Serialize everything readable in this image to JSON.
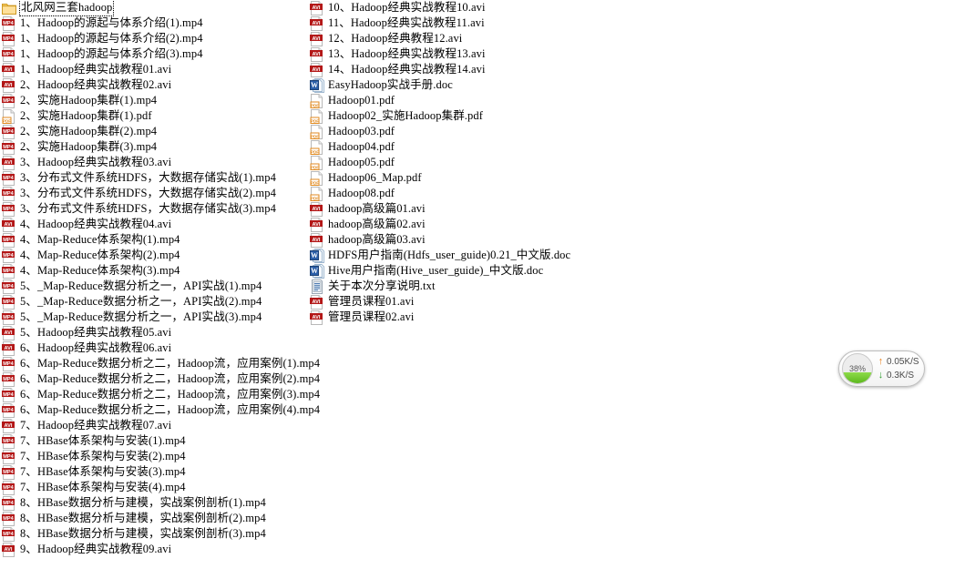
{
  "window": {
    "title": "北风网三套hadoop"
  },
  "listing": {
    "selected_item": "北风网三套hadoop",
    "columns": [
      {
        "name": "left-column",
        "items": [
          {
            "icon": "folder-icon",
            "label": "北风网三套hadoop",
            "selected": true
          },
          {
            "icon": "mp4-icon",
            "label": "1、Hadoop的源起与体系介绍(1).mp4"
          },
          {
            "icon": "mp4-icon",
            "label": "1、Hadoop的源起与体系介绍(2).mp4"
          },
          {
            "icon": "mp4-icon",
            "label": "1、Hadoop的源起与体系介绍(3).mp4"
          },
          {
            "icon": "avi-icon",
            "label": "1、Hadoop经典实战教程01.avi"
          },
          {
            "icon": "avi-icon",
            "label": "2、Hadoop经典实战教程02.avi"
          },
          {
            "icon": "mp4-icon",
            "label": "2、实施Hadoop集群(1).mp4"
          },
          {
            "icon": "pdf-icon",
            "label": "2、实施Hadoop集群(1).pdf"
          },
          {
            "icon": "mp4-icon",
            "label": "2、实施Hadoop集群(2).mp4"
          },
          {
            "icon": "mp4-icon",
            "label": "2、实施Hadoop集群(3).mp4"
          },
          {
            "icon": "avi-icon",
            "label": "3、Hadoop经典实战教程03.avi"
          },
          {
            "icon": "mp4-icon",
            "label": "3、分布式文件系统HDFS，大数据存储实战(1).mp4"
          },
          {
            "icon": "mp4-icon",
            "label": "3、分布式文件系统HDFS，大数据存储实战(2).mp4"
          },
          {
            "icon": "mp4-icon",
            "label": "3、分布式文件系统HDFS，大数据存储实战(3).mp4"
          },
          {
            "icon": "avi-icon",
            "label": "4、Hadoop经典实战教程04.avi"
          },
          {
            "icon": "mp4-icon",
            "label": "4、Map-Reduce体系架构(1).mp4"
          },
          {
            "icon": "mp4-icon",
            "label": "4、Map-Reduce体系架构(2).mp4"
          },
          {
            "icon": "mp4-icon",
            "label": "4、Map-Reduce体系架构(3).mp4"
          },
          {
            "icon": "mp4-icon",
            "label": "5、_Map-Reduce数据分析之一，API实战(1).mp4"
          },
          {
            "icon": "mp4-icon",
            "label": "5、_Map-Reduce数据分析之一，API实战(2).mp4"
          },
          {
            "icon": "mp4-icon",
            "label": "5、_Map-Reduce数据分析之一，API实战(3).mp4"
          },
          {
            "icon": "avi-icon",
            "label": "5、Hadoop经典实战教程05.avi"
          },
          {
            "icon": "avi-icon",
            "label": "6、Hadoop经典实战教程06.avi"
          },
          {
            "icon": "mp4-icon",
            "label": "6、Map-Reduce数据分析之二，Hadoop流，应用案例(1).mp4"
          },
          {
            "icon": "mp4-icon",
            "label": "6、Map-Reduce数据分析之二，Hadoop流，应用案例(2).mp4"
          },
          {
            "icon": "mp4-icon",
            "label": "6、Map-Reduce数据分析之二，Hadoop流，应用案例(3).mp4"
          },
          {
            "icon": "mp4-icon",
            "label": "6、Map-Reduce数据分析之二，Hadoop流，应用案例(4).mp4"
          },
          {
            "icon": "avi-icon",
            "label": "7、Hadoop经典实战教程07.avi"
          },
          {
            "icon": "mp4-icon",
            "label": "7、HBase体系架构与安装(1).mp4"
          },
          {
            "icon": "mp4-icon",
            "label": "7、HBase体系架构与安装(2).mp4"
          },
          {
            "icon": "mp4-icon",
            "label": "7、HBase体系架构与安装(3).mp4"
          },
          {
            "icon": "mp4-icon",
            "label": "7、HBase体系架构与安装(4).mp4"
          },
          {
            "icon": "mp4-icon",
            "label": "8、HBase数据分析与建模，实战案例剖析(1).mp4"
          },
          {
            "icon": "mp4-icon",
            "label": "8、HBase数据分析与建模，实战案例剖析(2).mp4"
          },
          {
            "icon": "mp4-icon",
            "label": "8、HBase数据分析与建模，实战案例剖析(3).mp4"
          },
          {
            "icon": "avi-icon",
            "label": "9、Hadoop经典实战教程09.avi"
          }
        ]
      },
      {
        "name": "right-column",
        "items": [
          {
            "icon": "avi-icon",
            "label": "10、Hadoop经典实战教程10.avi"
          },
          {
            "icon": "avi-icon",
            "label": "11、Hadoop经典实战教程11.avi"
          },
          {
            "icon": "avi-icon",
            "label": "12、Hadoop经典教程12.avi"
          },
          {
            "icon": "avi-icon",
            "label": "13、Hadoop经典实战教程13.avi"
          },
          {
            "icon": "avi-icon",
            "label": "14、Hadoop经典实战教程14.avi"
          },
          {
            "icon": "doc-icon",
            "label": "EasyHadoop实战手册.doc"
          },
          {
            "icon": "pdf-icon",
            "label": "Hadoop01.pdf"
          },
          {
            "icon": "pdf-icon",
            "label": "Hadoop02_实施Hadoop集群.pdf"
          },
          {
            "icon": "pdf-icon",
            "label": "Hadoop03.pdf"
          },
          {
            "icon": "pdf-icon",
            "label": "Hadoop04.pdf"
          },
          {
            "icon": "pdf-icon",
            "label": "Hadoop05.pdf"
          },
          {
            "icon": "pdf-icon",
            "label": "Hadoop06_Map.pdf"
          },
          {
            "icon": "pdf-icon",
            "label": "Hadoop08.pdf"
          },
          {
            "icon": "avi-icon",
            "label": "hadoop高级篇01.avi"
          },
          {
            "icon": "avi-icon",
            "label": "hadoop高级篇02.avi"
          },
          {
            "icon": "avi-icon",
            "label": "hadoop高级篇03.avi"
          },
          {
            "icon": "doc-icon",
            "label": "HDFS用户指南(Hdfs_user_guide)0.21_中文版.doc"
          },
          {
            "icon": "doc-icon",
            "label": "Hive用户指南(Hive_user_guide)_中文版.doc"
          },
          {
            "icon": "txt-icon",
            "label": "关于本次分享说明.txt"
          },
          {
            "icon": "avi-icon",
            "label": "管理员课程01.avi"
          },
          {
            "icon": "avi-icon",
            "label": "管理员课程02.avi"
          }
        ]
      }
    ]
  },
  "speed_widget": {
    "percent_label": "38%",
    "percent_value": 38,
    "upload_speed": "0.05K/S",
    "download_speed": "0.3K/S",
    "upload_arrow": "↑",
    "download_arrow": "↓",
    "fill_color": "#5cb81e",
    "upload_color": "#e8811c",
    "download_color": "#2f9e2f"
  }
}
